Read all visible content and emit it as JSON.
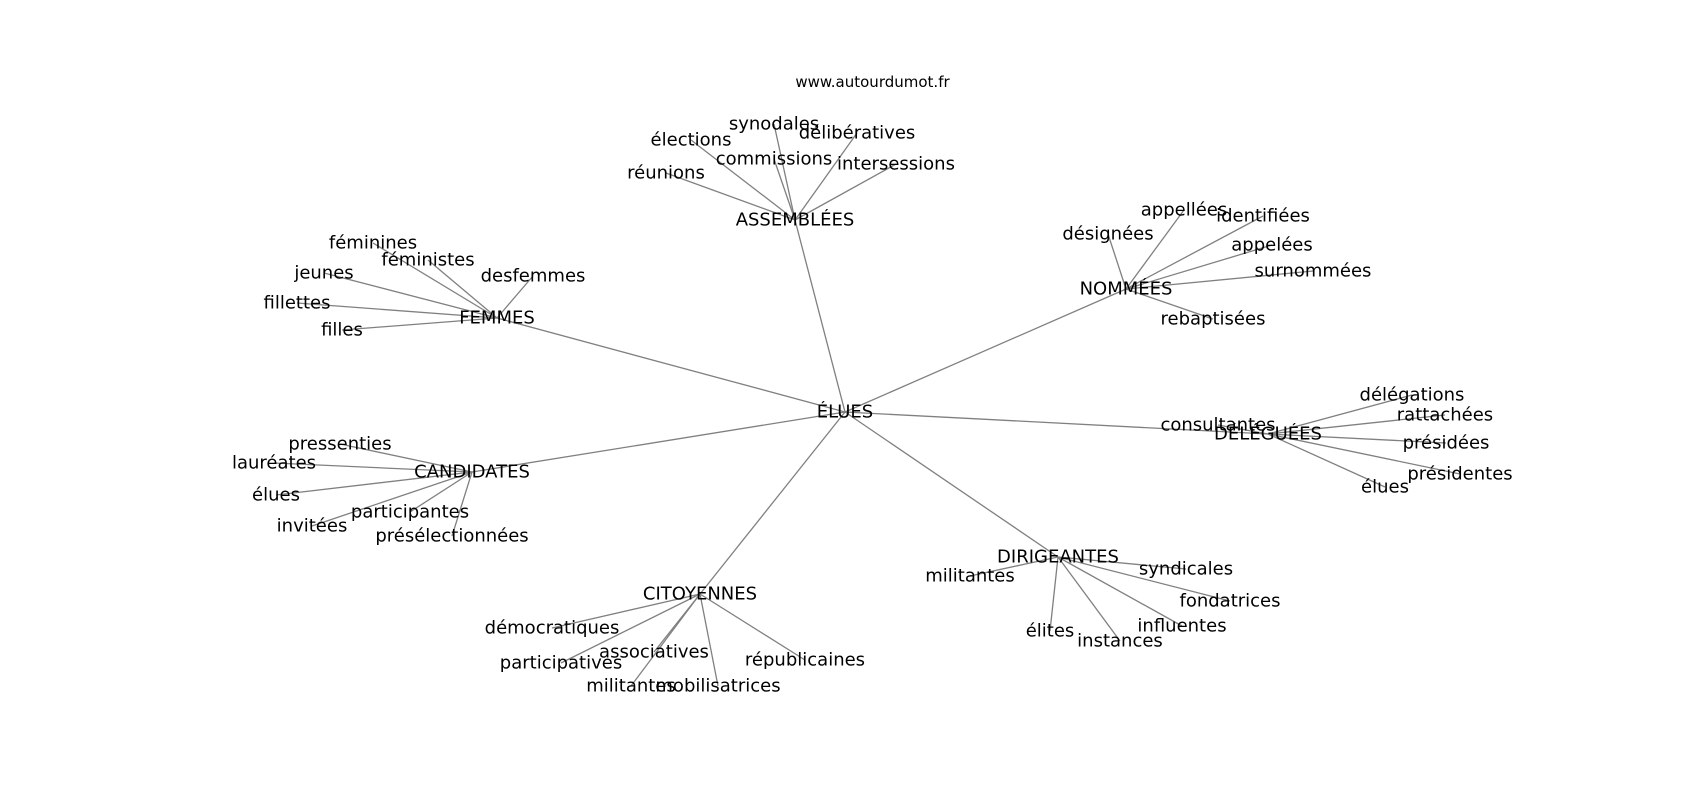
{
  "site": "www.autourdumot.fr",
  "center": "ÉLUES",
  "groups": [
    {
      "id": "femmes",
      "label": "FEMMES",
      "terms": [
        "féminines",
        "féministes",
        "jeunes",
        "desfemmes",
        "fillettes",
        "filles"
      ]
    },
    {
      "id": "assemblees",
      "label": "ASSEMBLÉES",
      "terms": [
        "élections",
        "synodales",
        "délibératives",
        "commissions",
        "intersessions",
        "réunions"
      ]
    },
    {
      "id": "nommees",
      "label": "NOMMÉES",
      "terms": [
        "appellées",
        "identifiées",
        "désignées",
        "appelées",
        "surnommées",
        "rebaptisées"
      ]
    },
    {
      "id": "deleguees",
      "label": "DÉLÉGUÉES",
      "terms": [
        "délégations",
        "rattachées",
        "consultantes",
        "présidées",
        "présidentes",
        "élues"
      ]
    },
    {
      "id": "dirigeantes",
      "label": "DIRIGEANTES",
      "terms": [
        "militantes",
        "syndicales",
        "fondatrices",
        "influentes",
        "élites",
        "instances"
      ]
    },
    {
      "id": "citoyennes",
      "label": "CITOYENNES",
      "terms": [
        "démocratiques",
        "associatives",
        "républicaines",
        "participatives",
        "militantes",
        "mobilisatrices"
      ]
    },
    {
      "id": "candidates",
      "label": "CANDIDATES",
      "terms": [
        "pressenties",
        "lauréates",
        "élues",
        "participantes",
        "invitées",
        "présélectionnées"
      ]
    }
  ]
}
